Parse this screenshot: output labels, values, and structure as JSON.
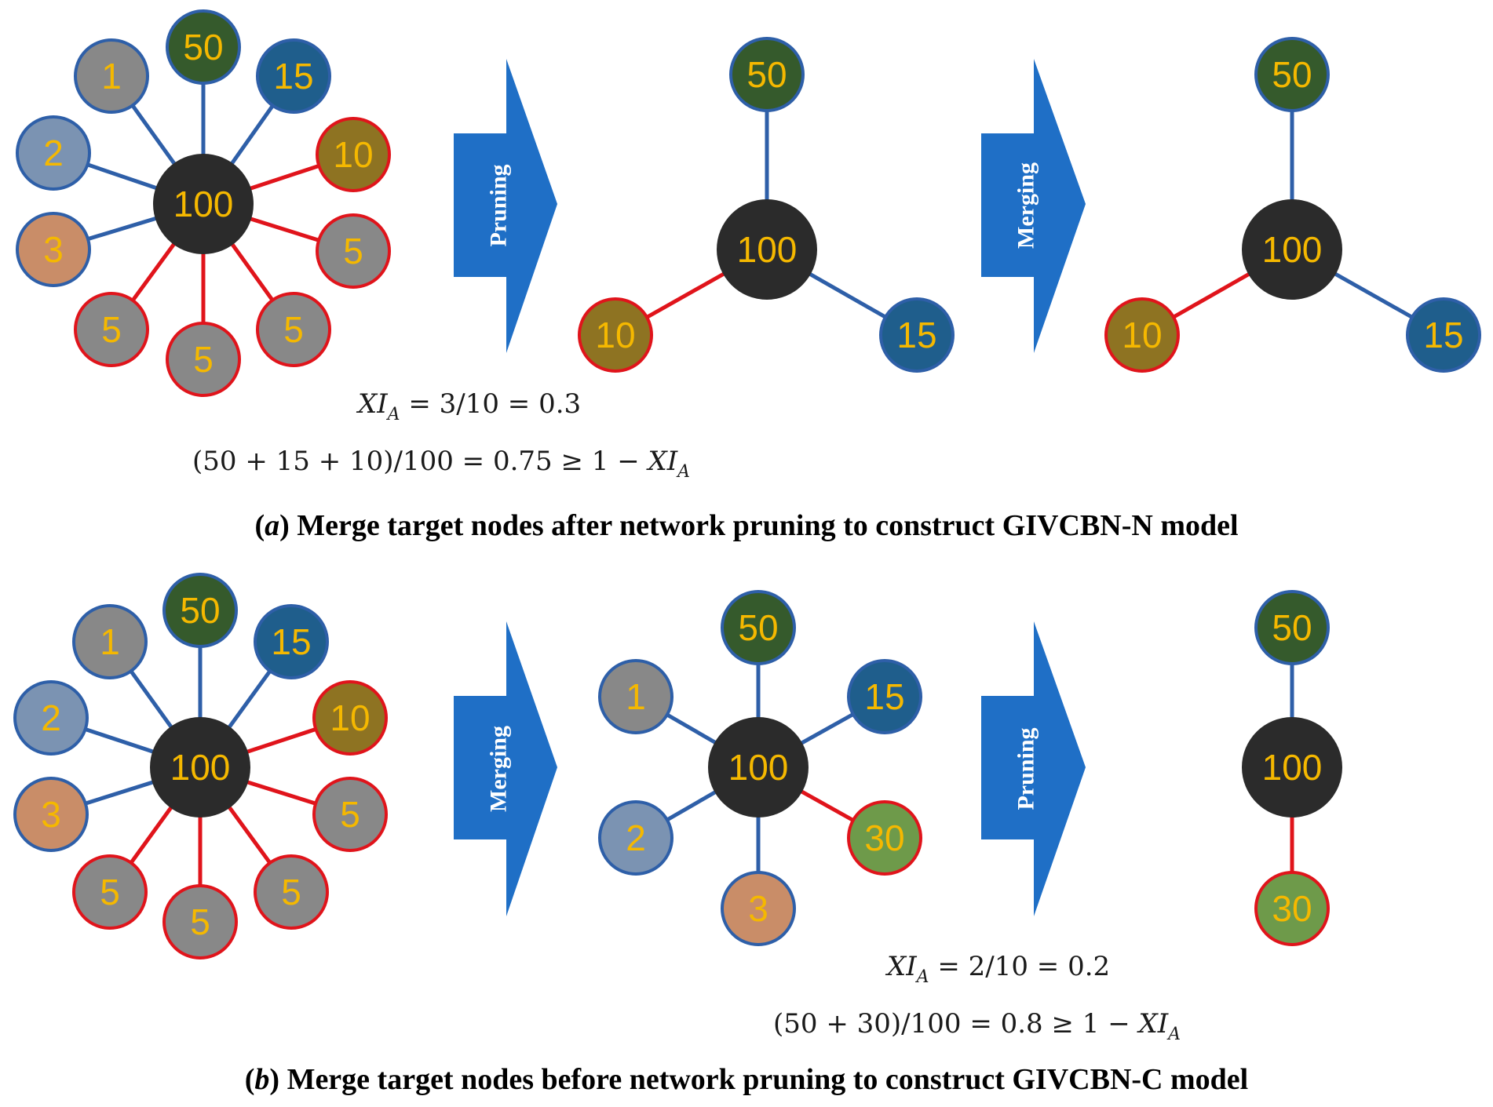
{
  "colors": {
    "edge_blue": "#2e5fa8",
    "edge_red": "#e0141b",
    "center_fill": "#2b2b2b",
    "label_yellow": "#f5b800",
    "arrow_blue": "#1f6fc6",
    "fill_gray": "#888888",
    "fill_bluegray": "#7b93b2",
    "fill_orange": "#c98d68",
    "fill_darkgreen": "#355a2c",
    "fill_teal": "#1f5e8c",
    "fill_olive": "#8e7322",
    "fill_lightgreen": "#6e9a4a"
  },
  "panel_a": {
    "full_graph": {
      "center": "100",
      "nodes": [
        "1",
        "2",
        "3",
        "50",
        "15",
        "10",
        "5",
        "5",
        "5",
        "5"
      ]
    },
    "arrow1_label": "Pruning",
    "pruned_graph": {
      "center": "100",
      "nodes": [
        "50",
        "10",
        "15"
      ]
    },
    "arrow2_label": "Merging",
    "merged_graph": {
      "center": "100",
      "nodes": [
        "50",
        "10",
        "15"
      ]
    },
    "formula1": {
      "lhs_main": "XI",
      "lhs_sub": "A",
      "rhs": " = 3/10 = 0.3"
    },
    "formula2": {
      "text": "(50 + 15 + 10)/100 = 0.75 ≥ 1 − ",
      "var_main": "XI",
      "var_sub": "A"
    },
    "caption": {
      "part_letter": "a",
      "text": "Merge target nodes after network pruning to construct GIVCBN-N model"
    }
  },
  "panel_b": {
    "full_graph": {
      "center": "100",
      "nodes": [
        "1",
        "2",
        "3",
        "50",
        "15",
        "10",
        "5",
        "5",
        "5",
        "5"
      ]
    },
    "arrow1_label": "Merging",
    "merged_graph": {
      "center": "100",
      "nodes": [
        "50",
        "1",
        "15",
        "2",
        "3",
        "30"
      ]
    },
    "arrow2_label": "Pruning",
    "pruned_graph": {
      "center": "100",
      "nodes": [
        "50",
        "30"
      ]
    },
    "formula1": {
      "lhs_main": "XI",
      "lhs_sub": "A",
      "rhs": " = 2/10 = 0.2"
    },
    "formula2": {
      "text": "(50 + 30)/100 = 0.8 ≥ 1 − ",
      "var_main": "XI",
      "var_sub": "A"
    },
    "caption": {
      "part_letter": "b",
      "text": "Merge target nodes before network pruning to construct GIVCBN-C model"
    }
  }
}
